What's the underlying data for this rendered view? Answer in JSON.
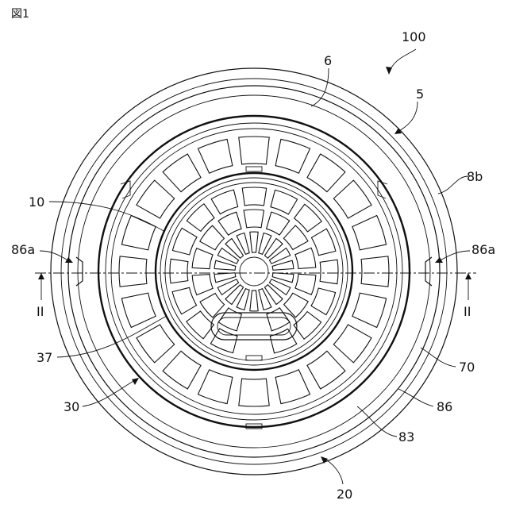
{
  "figure": {
    "title": "図1",
    "labels": {
      "ref100": "100",
      "ref6": "6",
      "ref5": "5",
      "ref8b": "8b",
      "ref10": "10",
      "ref86a_left": "86a",
      "ref86a_right": "86a",
      "sec_left": "II",
      "sec_right": "II",
      "ref37": "37",
      "ref70": "70",
      "ref30": "30",
      "ref86": "86",
      "ref83": "83",
      "ref20": "20"
    }
  }
}
